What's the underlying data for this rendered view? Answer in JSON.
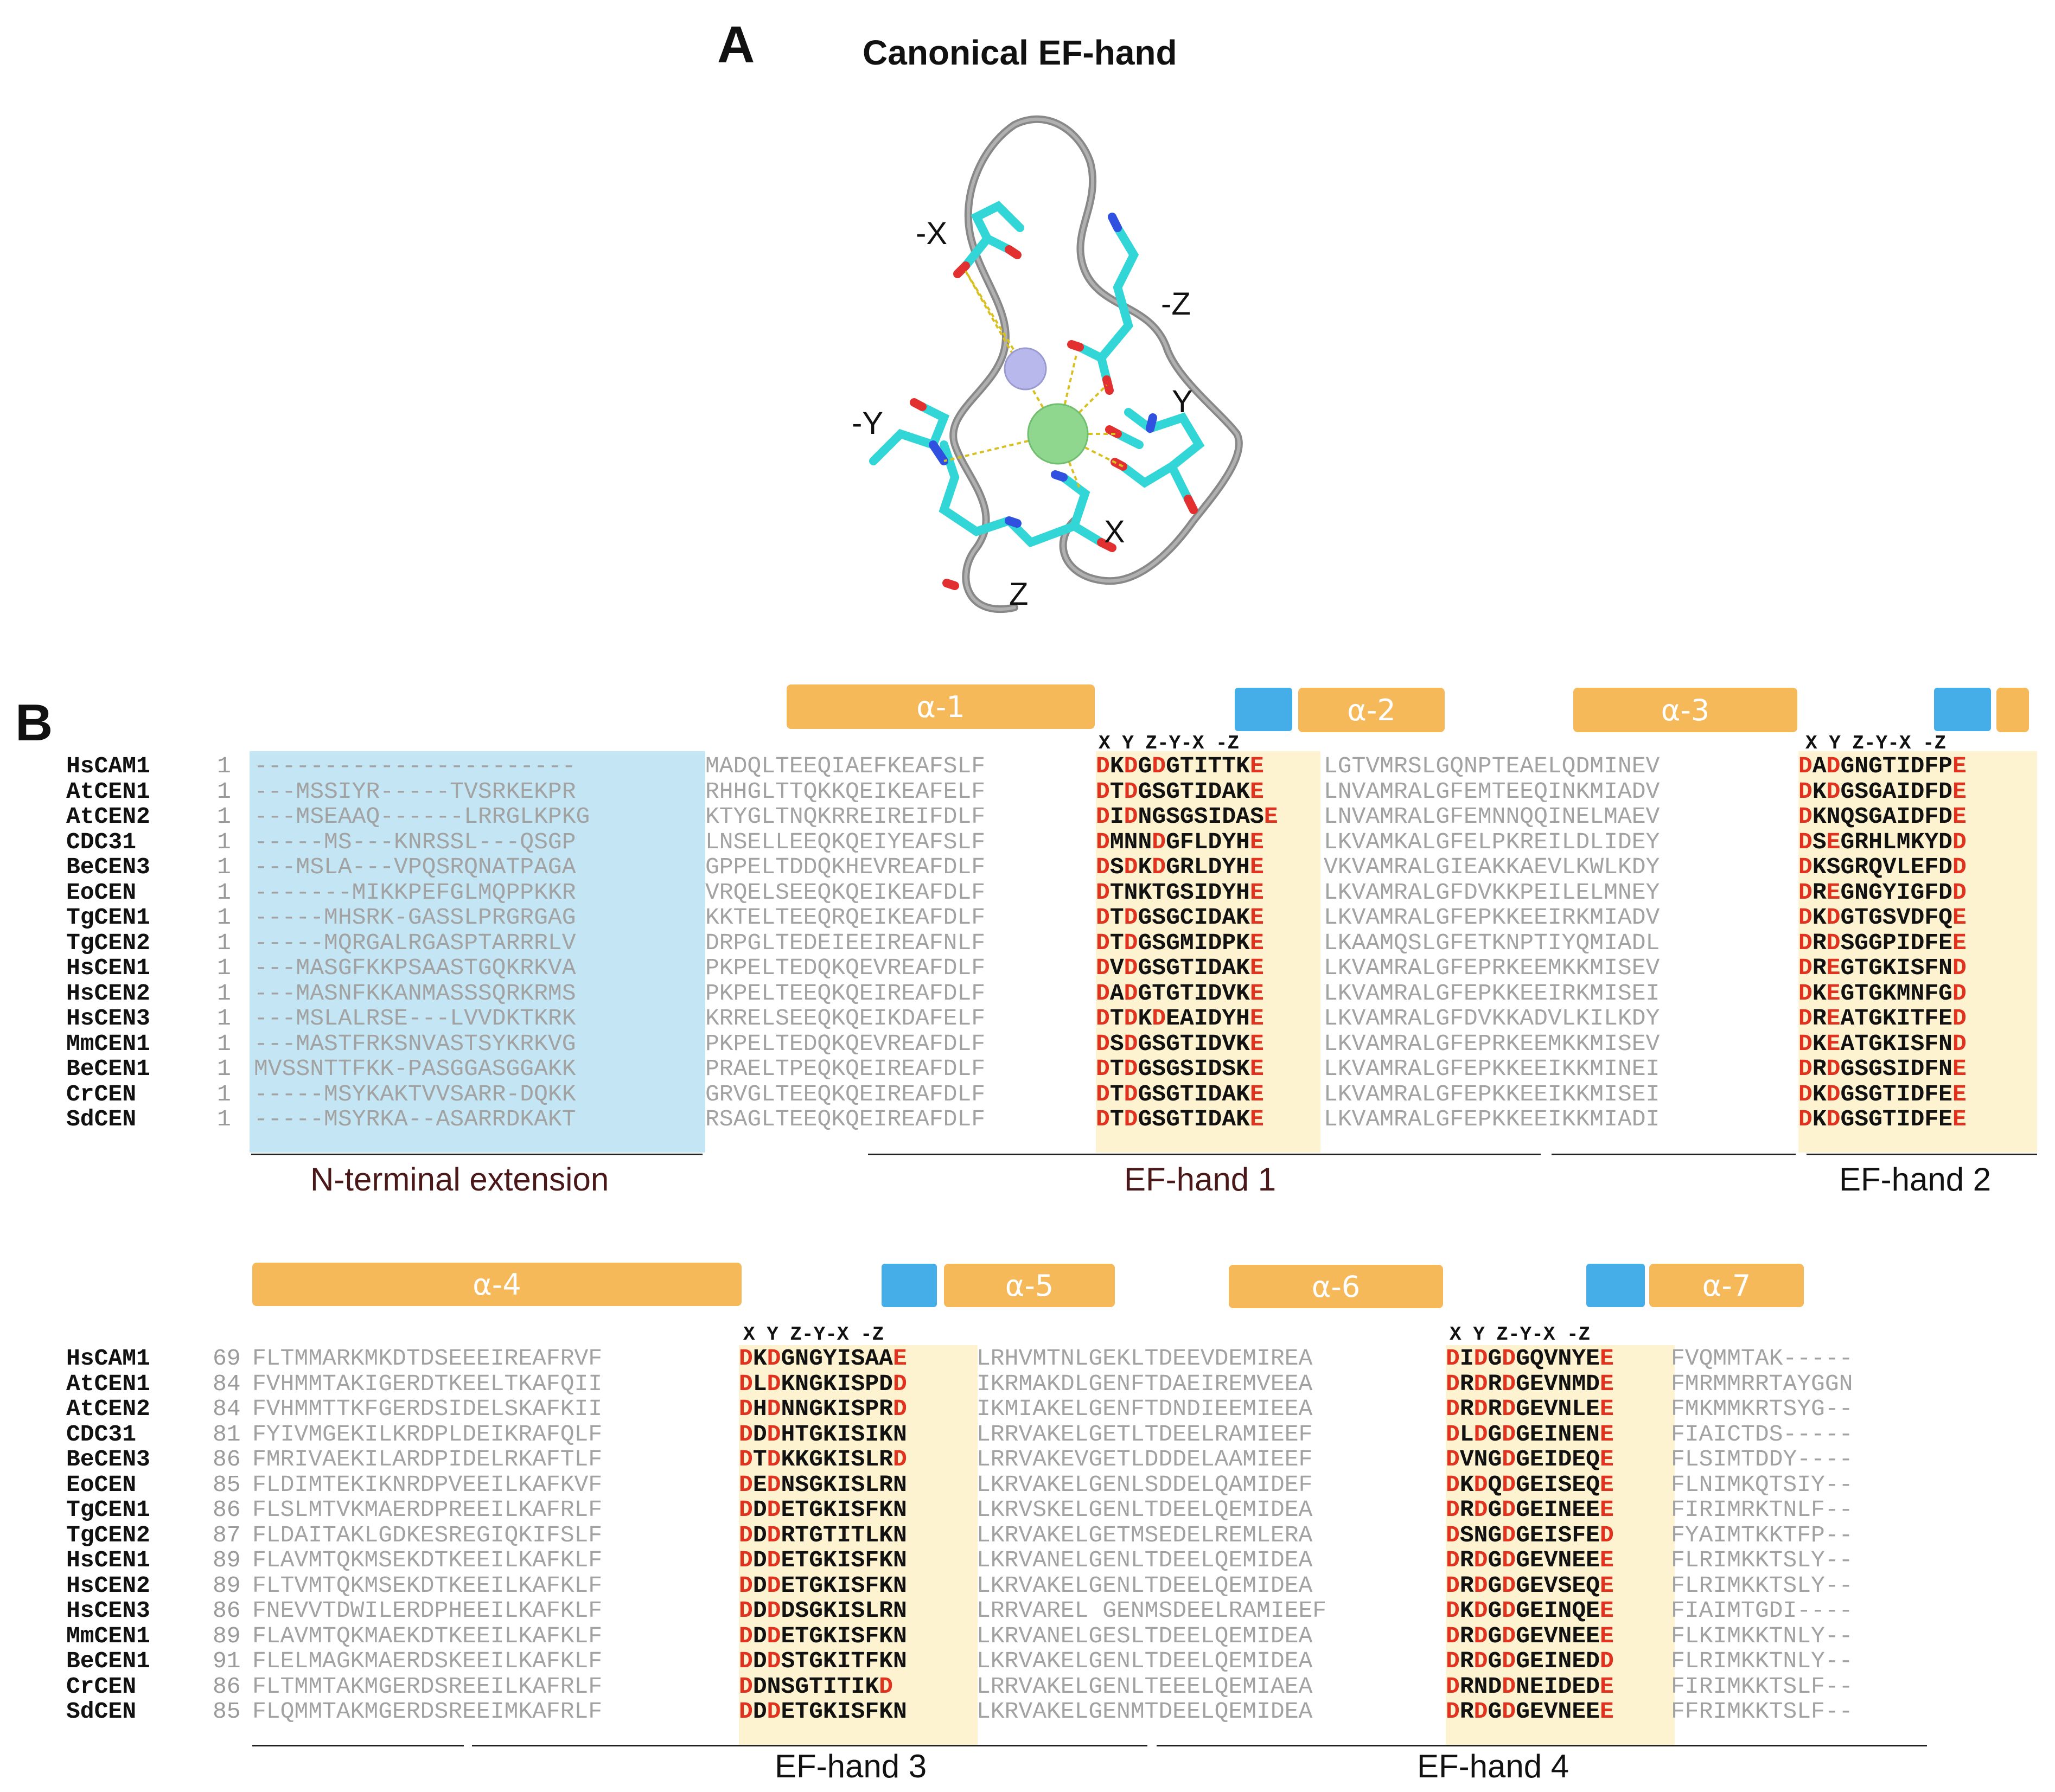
{
  "panel_a": {
    "letter": "A",
    "title": "Canonical EF-hand",
    "labels": [
      "-X",
      "-Z",
      "-Y",
      "Y",
      "X",
      "Z"
    ]
  },
  "panel_b": {
    "letter": "B",
    "colors": {
      "helix": "#f5b95a",
      "strand": "#45aee8",
      "nterm_shade": "#c4e6f4",
      "efhand_shade": "#fdf3d0",
      "acidic": "#e0321e"
    },
    "block1": {
      "names": [
        "HsCAM1",
        "AtCEN1",
        "AtCEN2",
        "CDC31",
        "BeCEN3",
        "EoCEN",
        "TgCEN1",
        "TgCEN2",
        "HsCEN1",
        "HsCEN2",
        "HsCEN3",
        "MmCEN1",
        "BeCEN1",
        "CrCEN",
        "SdCEN"
      ],
      "starts": [
        "1",
        "1",
        "1",
        "1",
        "1",
        "1",
        "1",
        "1",
        "1",
        "1",
        "1",
        "1",
        "1",
        "1",
        "1"
      ],
      "nterm": [
        "-----------------------",
        "---MSSIYR-----TVSRKEKPR",
        "---MSEAAQ------LRRGLKPKG",
        "-----MS---KNRSSL---QSGP",
        "---MSLA---VPQSRQNATPAGA",
        "-------MIKKPEFGLMQPPKKR",
        "-----MHSRK-GASSLPRGRGAG",
        "-----MQRGALRGASPTARRRLV",
        "---MASGFKKPSAASTGQKRKVA",
        "---MASNFKKANMASSSQRKRMS",
        "---MSLALRSE---LVVDKTKRK",
        "---MASTFRKSNVASTSYKRKVG",
        "MVSSNTTFKK-PASGGASGGAKK",
        "-----MSYKAKTVVSARR-DQKK",
        "-----MSYRKA--ASARRDKAKT"
      ],
      "mid1": [
        "MADQLTEEQIAEFKEAFSLF",
        "RHHGLTTQKKQEIKEAFELF",
        "KTYGLTNQKRREIREIFDLF",
        "LNSELLEEQKQEIYEAFSLF",
        "GPPELTDDQKHEVREAFDLF",
        "VRQELSEEQKQEIKEAFDLF",
        "KKTELTEEQRQEIKEAFDLF",
        "DRPGLTEDEIEEIREAFNLF",
        "PKPELTEDQKQEVREAFDLF",
        "PKPELTEEQKQEIREAFDLF",
        "KRRELSEEQKQEIKDAFELF",
        "PKPELTEDQKQEVREAFDLF",
        "PRAELTPEQKQEIREAFDLF",
        "GRVGLTEEQKQEIREAFDLF",
        "RSAGLTEEQKQEIREAFDLF"
      ],
      "ef1": [
        "DKDGDGTITTKE",
        "DTDGSGTIDAKE",
        "DIDNGSGSIDASE",
        "DMNNDGFLDYHE",
        "DSDKDGRLDYHE",
        "DTNKTGSIDYHE",
        "DTDGSGCIDAKE",
        "DTDGSGMIDPKE",
        "DVDGSGTIDAKE",
        "DADGTGTIDVKE",
        "DTDKDEAIDYHE",
        "DSDGSGTIDVKE",
        "DTDGSGSIDSKE",
        "DTDGSGTIDAKE",
        "DTDGSGTIDAKE"
      ],
      "mid2": [
        "LGTVMRSLGQNPTEAELQDMINEV",
        "LNVAMRALGFEMTEEQINKMIADV",
        "LNVAMRALGFEMNNQQINELMAEV",
        "LKVAMKALGFELPKREILDLIDEY",
        "VKVAMRALGIEAKKAEVLKWLKDY",
        "LKVAMRALGFDVKKPEILELMNEY",
        "LKVAMRALGFEPKKEEIRKMIADV",
        "LKAAMQSLGFETKNPTIYQMIADL",
        "LKVAMRALGFEPRKEEMKKMISEV",
        "LKVAMRALGFEPKKEEIRKMISEI",
        "LKVAMRALGFDVKKADVLKILKDY",
        "LKVAMRALGFEPRKEEMKKMISEV",
        "LKVAMRALGFEPKKEEIKKMINEI",
        "LKVAMRALGFEPKKEEIKKMISEI",
        "LKVAMRALGFEPKKEEIKKMIADI"
      ],
      "ef2": [
        "DADGNGTIDFPE",
        "DKDGSGAIDFDE",
        "DKNQSGAIDFDE",
        "DSEGRHLMKYDD",
        "DKSGRQVLEFDD",
        "DREGNGYIGFDD",
        "DKDGTGSVDFQE",
        "DRDSGGPIDFEE",
        "DREGTGKISFND",
        "DKEGTGKMNFGD",
        "DREATGKITFED",
        "DKEATGKISFND",
        "DRDGSGSIDFNE",
        "DKDGSGTIDFEE",
        "DKDGSGTIDFEE"
      ],
      "helices": [
        "α-1",
        "α-2",
        "α-3"
      ],
      "marks": "X Y Z-Y-X -Z",
      "region_labels": [
        "N-terminal extension",
        "EF-hand 1",
        "EF-hand 2"
      ]
    },
    "block2": {
      "names": [
        "HsCAM1",
        "AtCEN1",
        "AtCEN2",
        "CDC31",
        "BeCEN3",
        "EoCEN",
        "TgCEN1",
        "TgCEN2",
        "HsCEN1",
        "HsCEN2",
        "HsCEN3",
        "MmCEN1",
        "BeCEN1",
        "CrCEN",
        "SdCEN"
      ],
      "starts": [
        "69",
        "84",
        "84",
        "81",
        "86",
        "85",
        "86",
        "87",
        "89",
        "89",
        "86",
        "89",
        "91",
        "86",
        "85"
      ],
      "pre": [
        "FLTMMARKMKDTDSEEEIREAFRVF",
        "FVHMMTAKIGERDTKEELTKAFQII",
        "FVHMMTTKFGERDSIDELSKAFKII",
        "FYIVMGEKILKRDPLDEIKRAFQLF",
        "FMRIVAEKILARDPIDELRKAFTLF",
        "FLDIMTEKIKNRDPVEEILKAFKVF",
        "FLSLMTVKMAERDPREEILKAFRLF",
        "FLDAITAKLGDKESREGIQKIFSLF",
        "FLAVMTQKMSEKDTKEEILKAFKLF",
        "FLTVMTQKMSEKDTKEEILKAFKLF",
        "FNEVVTDWILERDPHEEILKAFKLF",
        "FLAVMTQKMAEKDTKEEILKAFKLF",
        "FLELMAGKMAERDSKEEILKAFKLF",
        "FLTMMTAKMGERDSREEILKAFRLF",
        "FLQMMTAKMGERDSREEIMKAFRLF"
      ],
      "ef3": [
        "DKDGNGYISAAE",
        "DLDKNGKISPDD",
        "DHDNNGKISPRD",
        "DDDHTGKISIKN",
        "DTDKKGKISLRD",
        "DEDNSGKISLRN",
        "DDDETGKISFKN",
        "DDDRTGTITLKN",
        "DDDETGKISFKN",
        "DDDETGKISFKN",
        "DDDDSGKISLRN",
        "DDDETGKISFKN",
        "DDDSTGKITFKN",
        "DDNSGTITIKD",
        "DDDETGKISFKN"
      ],
      "mid3": [
        "LRHVMTNLGEKLTDEEVDEMIREA",
        "IKRMAKDLGENFTDAEIREMVEEA",
        "IKMIAKELGENFTDNDIEEMIEEA",
        "LRRVAKELGETLTDEELRAMIEEF",
        "LRRVAKEVGETLDDDELAAMIEEF",
        "LKRVAKELGENLSDDELQAMIDEF",
        "LKRVSKELGENLTDEELQEMIDEA",
        "LKRVAKELGETMSEDELREMLERA",
        "LKRVANELGENLTDEELQEMIDEA",
        "LKRVAKELGENLTDEELQEMIDEA",
        "LRRVAREL GENMSDEELRAMIEEF",
        "LKRVANELGESLTDEELQEMIDEA",
        "LKRVAKELGENLTDEELQEMIDEA",
        "LRRVAKELGENLTEEELQEMIAEA",
        "LKRVAKELGENMTDEELQEMIDEA"
      ],
      "ef4": [
        "DIDGDGQVNYEE",
        "DRDRDGEVNMDE",
        "DRDRDGEVNLEE",
        "DLDGDGEINENE",
        "DVNGDGEIDEQE",
        "DKDQDGEISEQE",
        "DRDGDGEINEEE",
        "DSNGDGEISFED",
        "DRDGDGEVNEEE",
        "DRDGDGEVSEQE",
        "DKDGDGEINQEE",
        "DRDGDGEVNEEE",
        "DRDGDGEINEDD",
        "DRNDDNEIDEDE",
        "DRDGDGEVNEEE"
      ],
      "post": [
        "FVQMMTAK-----",
        "FMRMMRRTAYGGN",
        "FMKMMKRTSYG--",
        "FIAICTDS-----",
        "FLSIMTDDY----",
        "FLNIMKQTSIY--",
        "FIRIMRKTNLF--",
        "FYAIMTKKTFP--",
        "FLRIMKKTSLY--",
        "FLRIMKKTSLY--",
        "FIAIMTGDI----",
        "FLKIMKKTNLY--",
        "FLRIMKKTNLY--",
        "FIRIMKKTSLF--",
        "FFRIMKKTSLF--"
      ],
      "helices": [
        "α-4",
        "α-5",
        "α-6",
        "α-7"
      ],
      "marks": "X Y Z-Y-X -Z",
      "region_labels": [
        "EF-hand 3",
        "EF-hand 4"
      ]
    }
  }
}
